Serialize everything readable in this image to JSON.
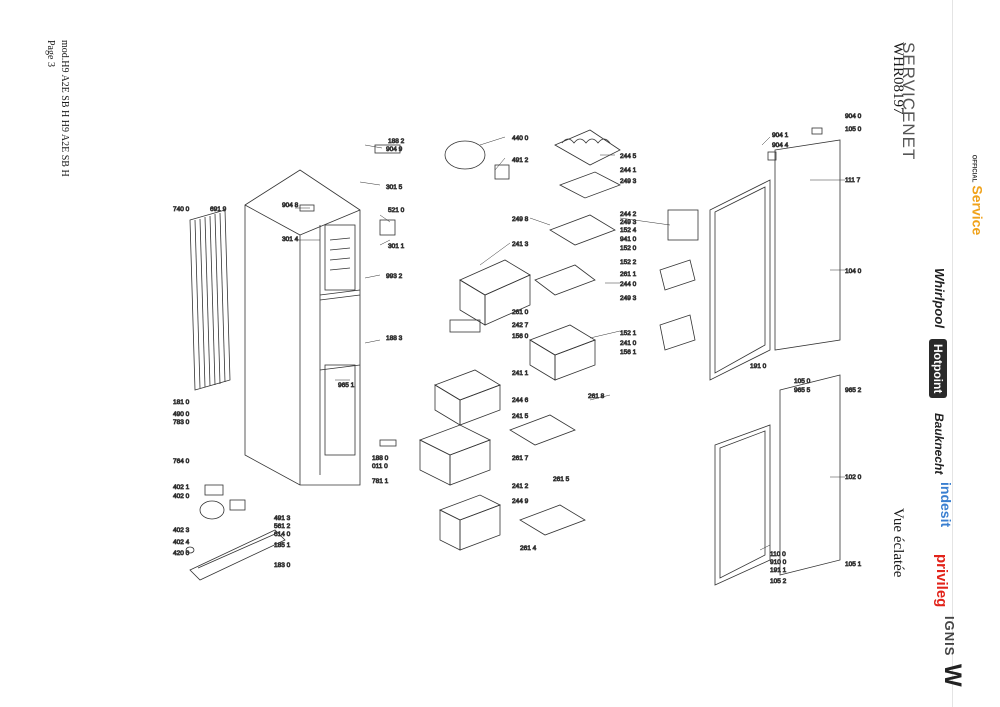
{
  "header": {
    "model_code": "WHR08197",
    "section_title": "Vue éclatée"
  },
  "footer": {
    "model_line": "mod.H9 A2E SB H H9 A2E SB H",
    "page_label": "Page 3"
  },
  "brands": {
    "servicenet": "SERVICENET",
    "official_top": "OFFICIAL",
    "official_bottom": "Service",
    "whirlpool": "Whirlpool",
    "hotpoint": "Hotpoint",
    "bauknecht": "Bauknecht",
    "indesit": "indesit",
    "privileg": "privileg",
    "ignis": "IGNIS",
    "w_logo": "W"
  },
  "colors": {
    "brand_orange": "#f0a21a",
    "brand_blue": "#3a7fd0",
    "privileg_red": "#e2231a",
    "line": "#333333"
  },
  "parts": {
    "p1882": "188 2",
    "p9049": "904 9",
    "p3015": "301 5",
    "p9048": "904 8",
    "p3014": "301 4",
    "p5210": "521 0",
    "p3011": "301 1",
    "p7400": "740 0",
    "p6919": "691 9",
    "p9932": "993 2",
    "p1883": "188 3",
    "p9651": "965 1",
    "p1810": "181 0",
    "p4900": "490 0",
    "p7830": "783 0",
    "p7640": "764 0",
    "p1880": "188 0",
    "p0110": "011 0",
    "p7811": "781 1",
    "p4021": "402 1",
    "p4020": "402 0",
    "p4913": "491 3",
    "p5612": "561 2",
    "p6140": "614 0",
    "p4023": "402 3",
    "p4024": "402 4",
    "p1851": "185 1",
    "p4200": "420 0",
    "p1830": "183 0",
    "p4400": "440 0",
    "p4912": "491 2",
    "p2445": "244 5",
    "p2441": "244 1",
    "p2493a": "249 3",
    "p2498": "249 8",
    "p2413": "241 3",
    "p2442": "244 2",
    "p2493b": "249 3",
    "p1524": "152 4",
    "p9410": "941 0",
    "p1520": "152 0",
    "p1522": "152 2",
    "p2611": "261 1",
    "p2440": "244 0",
    "p2493c": "249 3",
    "p2610": "261 0",
    "p2427": "242 7",
    "p1560": "156 0",
    "p1521": "152 1",
    "p2410": "241 0",
    "p1561": "156 1",
    "p2411": "241 1",
    "p2446": "244 6",
    "p2618": "261 8",
    "p2415": "241 5",
    "p2617": "261 7",
    "p2615": "261 5",
    "p2412": "241 2",
    "p2449": "244 9",
    "p2614": "261 4",
    "p9040": "904 0",
    "p9041": "904 1",
    "p9044": "904 4",
    "p1050": "105 0",
    "p1117": "111 7",
    "p1040": "104 0",
    "p1910": "191 0",
    "p1050b": "105 0",
    "p9655a": "965 5",
    "p9652": "965 2",
    "p1020": "102 0",
    "p1100": "110 0",
    "p9100": "910 0",
    "p1911": "191 1",
    "p1052": "105 2",
    "p1051": "105 1"
  }
}
